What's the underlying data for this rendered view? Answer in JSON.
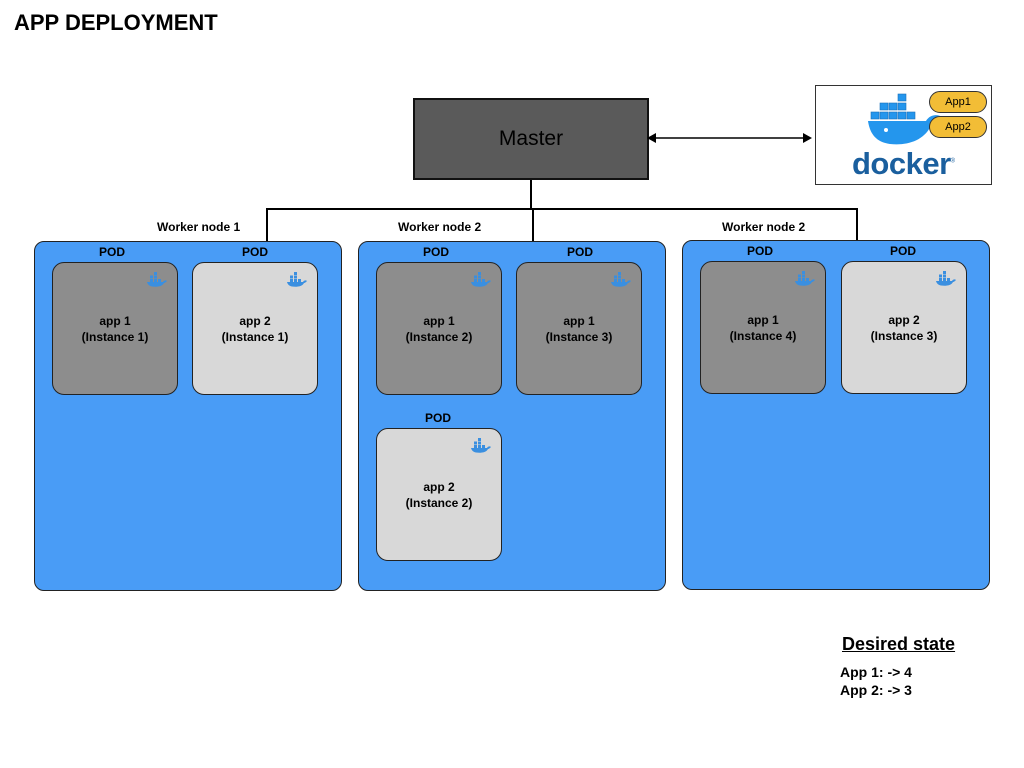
{
  "title": "APP DEPLOYMENT",
  "master": {
    "label": "Master"
  },
  "docker": {
    "wordmark": "docker",
    "apps": [
      "App1",
      "App2"
    ]
  },
  "worker_nodes": [
    {
      "label": "Worker node 1",
      "pods": [
        {
          "label": "POD",
          "app": "app 1",
          "instance": "(Instance 1)",
          "shade": "dark"
        },
        {
          "label": "POD",
          "app": "app 2",
          "instance": "(Instance 1)",
          "shade": "light"
        }
      ]
    },
    {
      "label": "Worker node 2",
      "pods": [
        {
          "label": "POD",
          "app": "app 1",
          "instance": "(Instance 2)",
          "shade": "dark"
        },
        {
          "label": "POD",
          "app": "app 1",
          "instance": "(Instance 3)",
          "shade": "dark"
        },
        {
          "label": "POD",
          "app": "app 2",
          "instance": "(Instance 2)",
          "shade": "light"
        }
      ]
    },
    {
      "label": "Worker node 2",
      "pods": [
        {
          "label": "POD",
          "app": "app 1",
          "instance": "(Instance 4)",
          "shade": "dark"
        },
        {
          "label": "POD",
          "app": "app 2",
          "instance": "(Instance 3)",
          "shade": "light"
        }
      ]
    }
  ],
  "desired_state": {
    "title": "Desired state",
    "lines": [
      "App 1: -> 4",
      "App 2: -> 3"
    ]
  },
  "colors": {
    "node_fill": "#499cf6",
    "pod_dark": "#8d8d8d",
    "pod_light": "#d8d8d8",
    "master_fill": "#5a5a5a",
    "app_pill": "#f2bd36",
    "docker_blue": "#1a5f9e"
  },
  "icons": [
    "docker-whale-icon"
  ]
}
